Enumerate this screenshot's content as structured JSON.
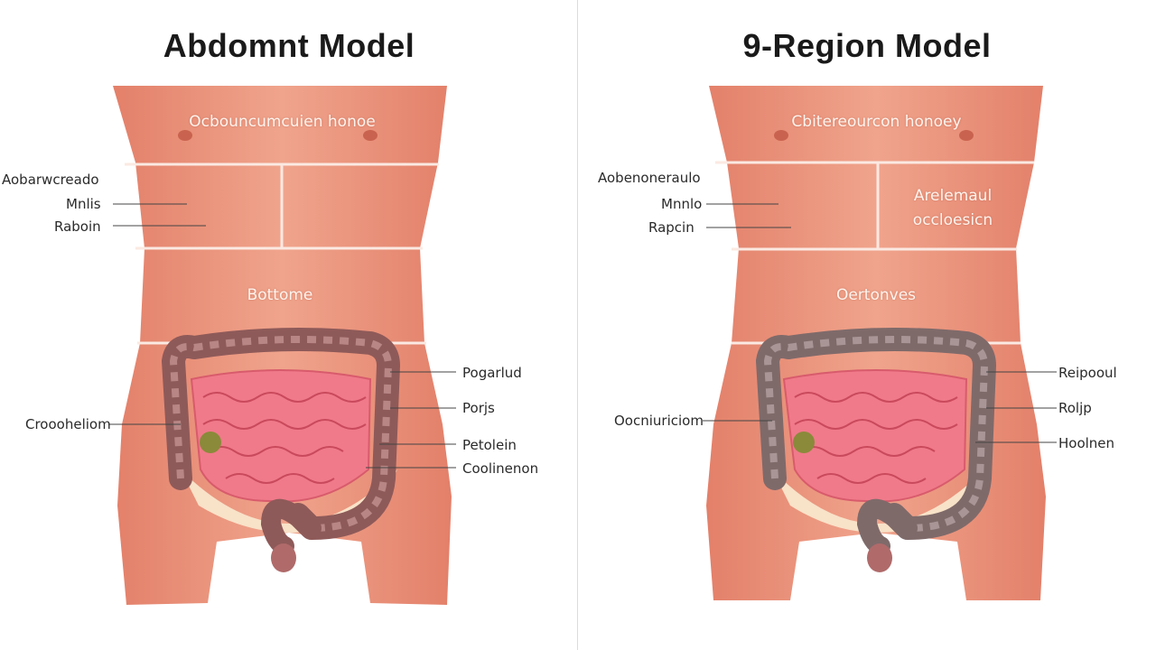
{
  "left": {
    "title": "Abdomnt Model",
    "header_text": "Ocbouncumcuien honoe",
    "region_text": "Bottome",
    "labels_left": [
      "Aobarwcreado",
      "Mnlis",
      "Raboin",
      "Croooheliom"
    ],
    "labels_right": [
      "Pogarlud",
      "Porjs",
      "Petolein",
      "Coolinenon"
    ]
  },
  "right": {
    "title": "9-Region Model",
    "header_text": "Cbitereourcon honoey",
    "side_text": [
      "Arelemaul",
      "occloesicn"
    ],
    "region_text": "Oertonves",
    "labels_left": [
      "Aobenoneraulo",
      "Mnnlo",
      "Rapcin",
      "Oocniuriciom"
    ],
    "labels_right": [
      "Reipooul",
      "Roljp",
      "Hoolnen"
    ]
  },
  "colors": {
    "skin": "#e98d72",
    "skin_dark": "#d8725a",
    "colon": "#8e5a59",
    "intestine": "#f07a8a",
    "grid_line": "#fbe9e2"
  }
}
